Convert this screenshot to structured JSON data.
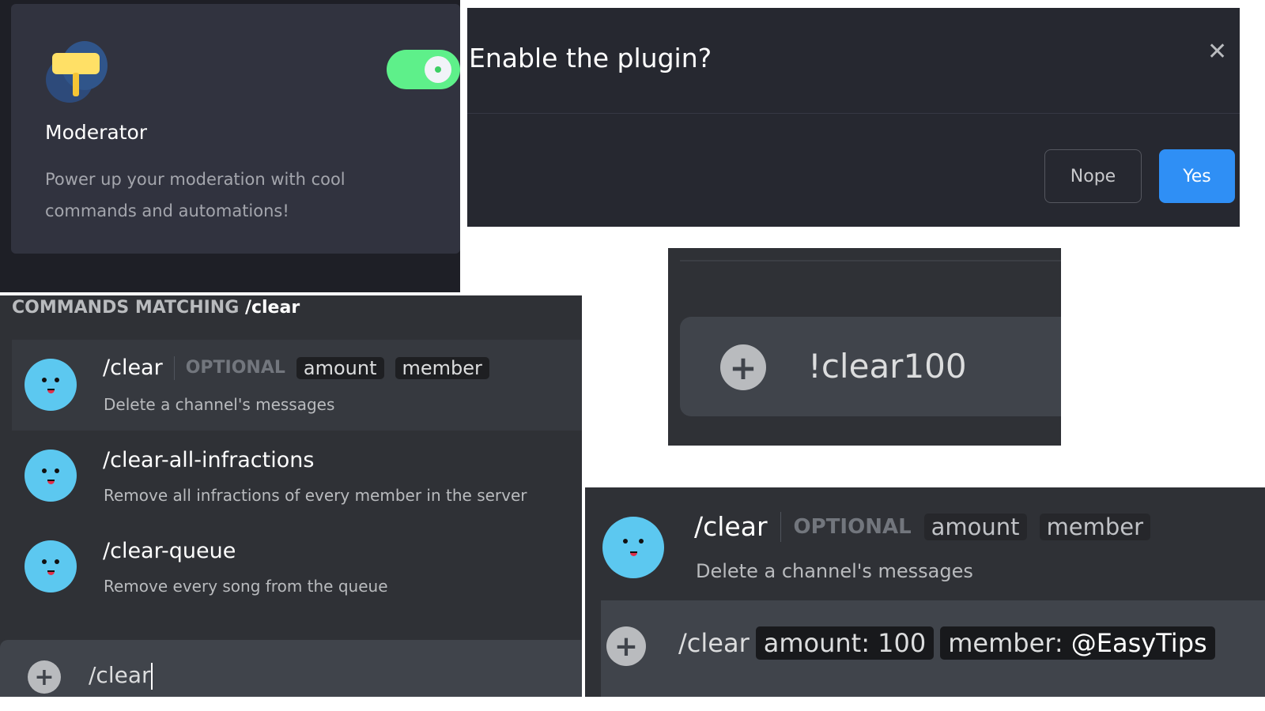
{
  "plugin_card": {
    "title": "Moderator",
    "description_line1": "Power up your moderation with cool",
    "description_line2": "commands and automations!",
    "enabled": true,
    "icon": "hammer-icon"
  },
  "modal": {
    "title": "Enable the plugin?",
    "nope": "Nope",
    "yes": "Yes",
    "accent": "#2f8ff5"
  },
  "legacy_input": {
    "value": "!clear100"
  },
  "autocomplete": {
    "header_prefix": "COMMANDS MATCHING ",
    "header_query": "/clear",
    "items": [
      {
        "command": "/clear",
        "optional_label": "OPTIONAL",
        "params": [
          "amount",
          "member"
        ],
        "description": "Delete a channel's messages"
      },
      {
        "command": "/clear-all-infractions",
        "description": "Remove all infractions of every member in the server"
      },
      {
        "command": "/clear-queue",
        "description": "Remove every song from the queue"
      }
    ],
    "input_value": "/clear"
  },
  "filled": {
    "command": "/clear",
    "optional_label": "OPTIONAL",
    "params": [
      "amount",
      "member"
    ],
    "description": "Delete a channel's messages",
    "input_command": "/clear",
    "amount_label": "amount:",
    "amount_value": "100",
    "member_label": "member:",
    "member_value": "@EasyTips"
  }
}
